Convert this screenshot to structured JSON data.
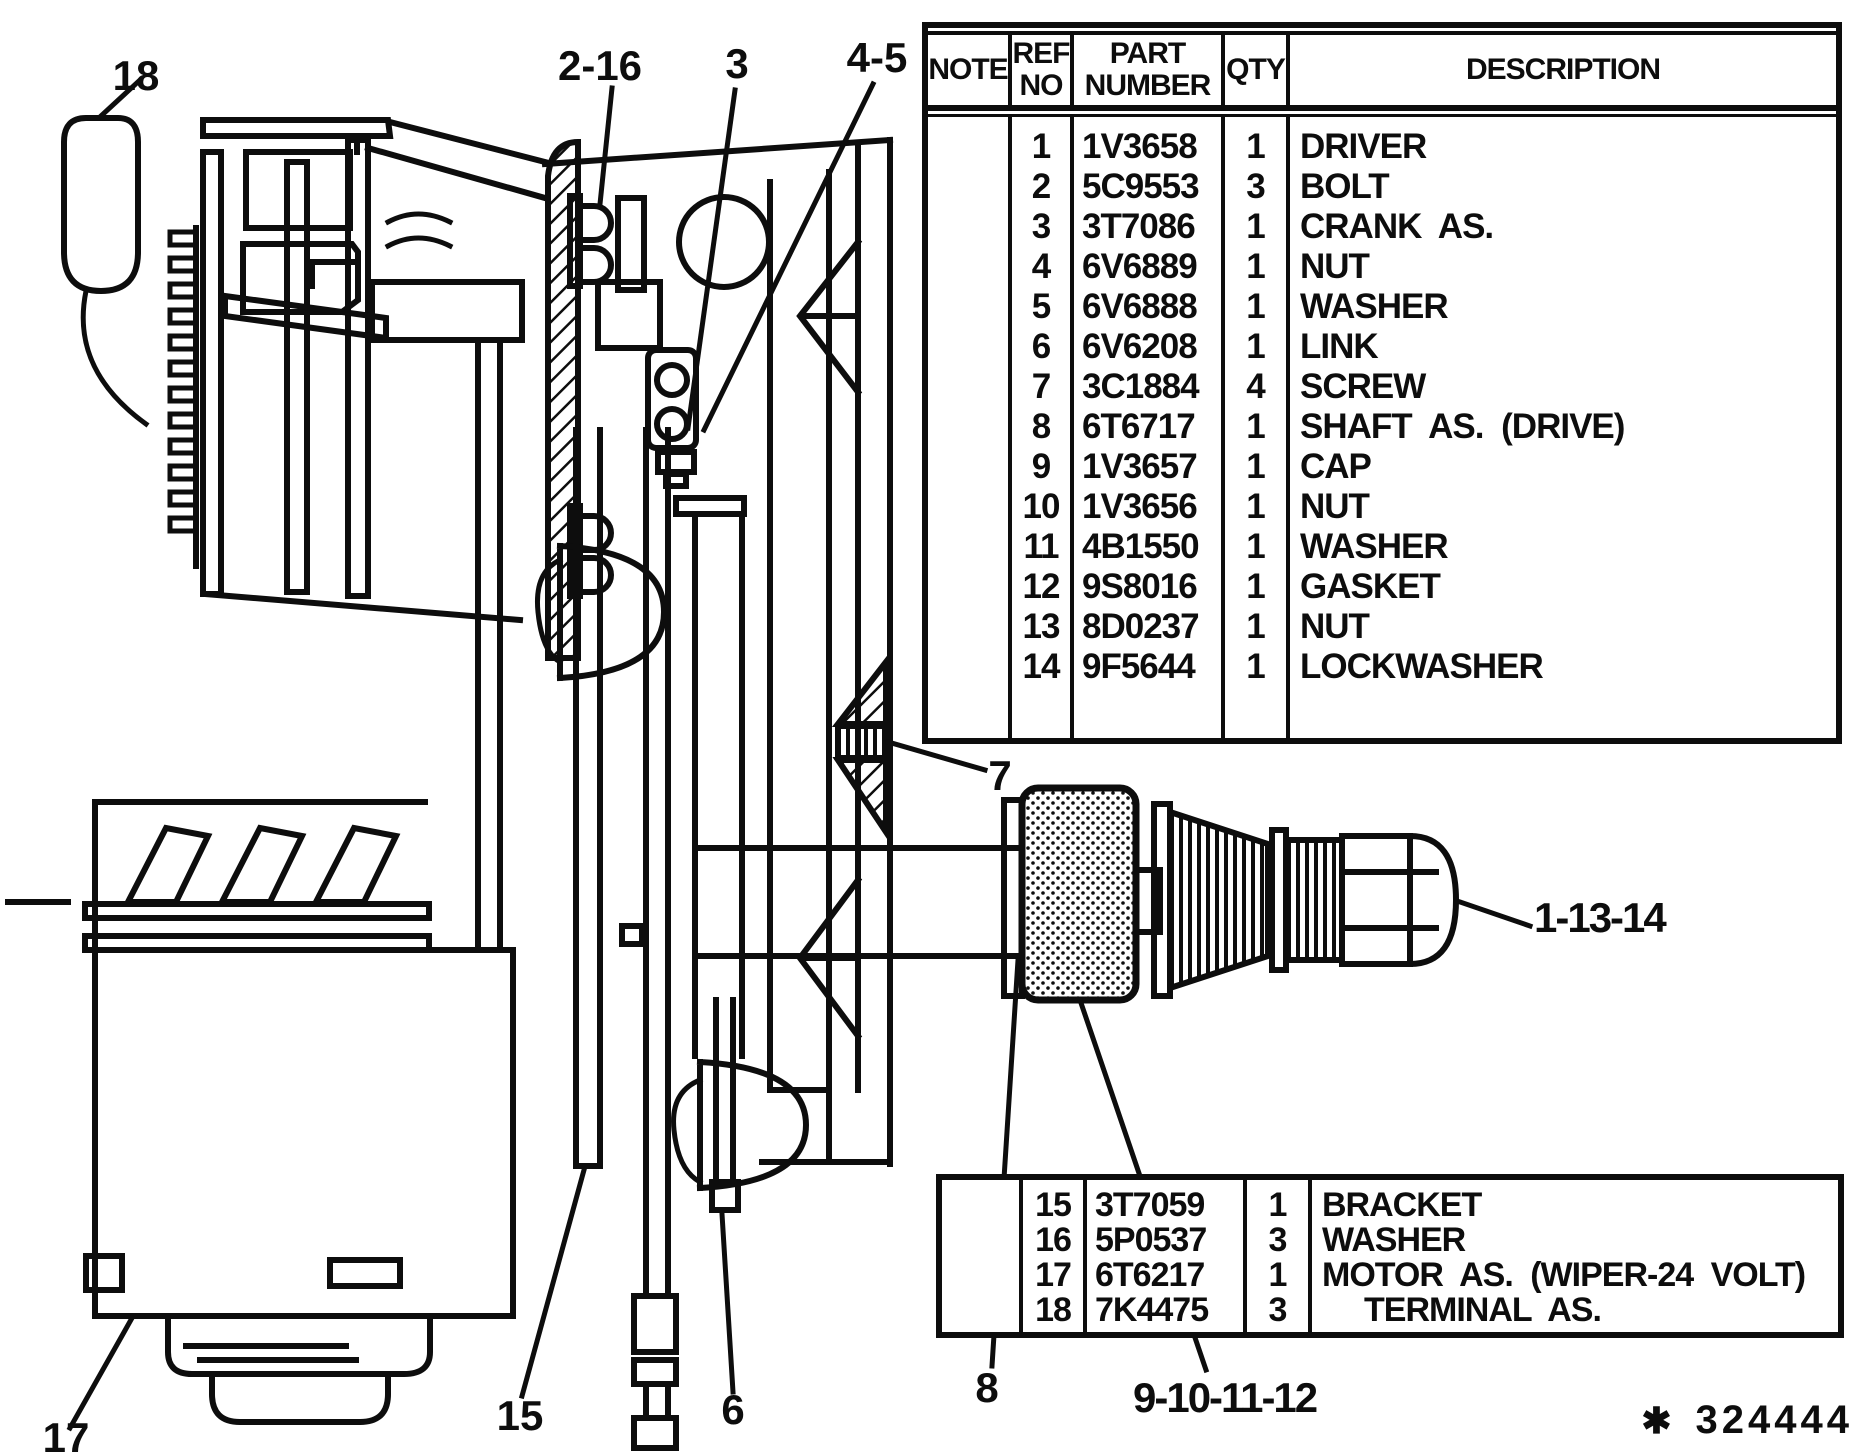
{
  "diagram": {
    "callouts": {
      "c18": "18",
      "c2_16": "2-16",
      "c3": "3",
      "c4_5": "4-5",
      "c7": "7",
      "c8": "8",
      "c9_10_11_12": "9-10-11-12",
      "c1_13_14": "1-13-14",
      "c15": "15",
      "c6": "6",
      "c17": "17"
    }
  },
  "parts_table": {
    "headers": {
      "note": "NOTE",
      "ref1": "REF",
      "ref2": "NO",
      "part1": "PART",
      "part2": "NUMBER",
      "qty": "QTY",
      "desc": "DESCRIPTION"
    },
    "rows": [
      {
        "ref": "1",
        "part": "1V3658",
        "qty": "1",
        "desc": "DRIVER"
      },
      {
        "ref": "2",
        "part": "5C9553",
        "qty": "3",
        "desc": "BOLT"
      },
      {
        "ref": "3",
        "part": "3T7086",
        "qty": "1",
        "desc": "CRANK AS."
      },
      {
        "ref": "4",
        "part": "6V6889",
        "qty": "1",
        "desc": "NUT"
      },
      {
        "ref": "5",
        "part": "6V6888",
        "qty": "1",
        "desc": "WASHER"
      },
      {
        "ref": "6",
        "part": "6V6208",
        "qty": "1",
        "desc": "LINK"
      },
      {
        "ref": "7",
        "part": "3C1884",
        "qty": "4",
        "desc": "SCREW"
      },
      {
        "ref": "8",
        "part": "6T6717",
        "qty": "1",
        "desc": "SHAFT AS. (DRIVE)"
      },
      {
        "ref": "9",
        "part": "1V3657",
        "qty": "1",
        "desc": "CAP"
      },
      {
        "ref": "10",
        "part": "1V3656",
        "qty": "1",
        "desc": "NUT"
      },
      {
        "ref": "11",
        "part": "4B1550",
        "qty": "1",
        "desc": "WASHER"
      },
      {
        "ref": "12",
        "part": "9S8016",
        "qty": "1",
        "desc": "GASKET"
      },
      {
        "ref": "13",
        "part": "8D0237",
        "qty": "1",
        "desc": "NUT"
      },
      {
        "ref": "14",
        "part": "9F5644",
        "qty": "1",
        "desc": "LOCKWASHER"
      }
    ]
  },
  "parts_table_2": {
    "rows": [
      {
        "ref": "15",
        "part": "3T7059",
        "qty": "1",
        "desc": "BRACKET"
      },
      {
        "ref": "16",
        "part": "5P0537",
        "qty": "3",
        "desc": "WASHER"
      },
      {
        "ref": "17",
        "part": "6T6217",
        "qty": "1",
        "desc": "MOTOR AS. (WIPER-24 VOLT)"
      },
      {
        "ref": "18",
        "part": "7K4475",
        "qty": "3",
        "desc": "TERMINAL AS."
      }
    ]
  },
  "footer": {
    "marker": "✱",
    "number": "324444"
  }
}
